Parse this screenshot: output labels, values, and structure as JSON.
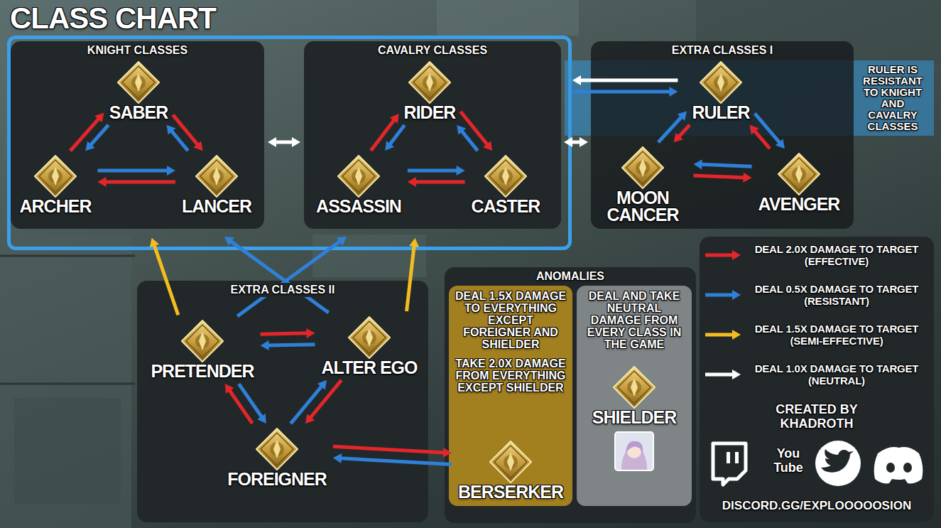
{
  "diagram": {
    "title": "CLASS CHART",
    "nodes": [
      {
        "text": [
          "KNIGHT CLASSES"
        ]
      },
      {
        "text": [
          "SABER"
        ],
        "in": 0
      },
      {
        "text": [
          "ARCHER"
        ],
        "in": 0
      },
      {
        "text": [
          "LANCER"
        ],
        "in": 0
      },
      {
        "text": [
          "CAVALRY CLASSES"
        ]
      },
      {
        "text": [
          "RIDER"
        ],
        "in": 4
      },
      {
        "text": [
          "ASSASSIN"
        ],
        "in": 4
      },
      {
        "text": [
          "CASTER"
        ],
        "in": 4
      },
      {
        "text": [
          "RULER IS RESISTANT TO KNIGHT AND CAVALRY CLASSES"
        ]
      },
      {
        "text": [
          "EXTRA CLASSES I"
        ]
      },
      {
        "text": [
          "RULER"
        ],
        "in": 9
      },
      {
        "text": [
          "MOON CANCER"
        ],
        "in": 9
      },
      {
        "text": [
          "AVENGER"
        ],
        "in": 9
      },
      {
        "text": [
          "EXTRA CLASSES II"
        ]
      },
      {
        "text": [
          "PRETENDER"
        ],
        "in": 13
      },
      {
        "text": [
          "ALTER EGO"
        ],
        "in": 13
      },
      {
        "text": [
          "FOREIGNER"
        ],
        "in": 13
      },
      {
        "text": [
          "ANOMALIES"
        ]
      },
      {
        "text": [
          "DEAL 1.5X DAMAGE TO EVERYTHING EXCEPT FOREIGNER AND SHIELDER",
          "TAKE 2.0X DAMAGE FROM EVERYTHING EXCEPT SHIELDER"
        ],
        "in": 17
      },
      {
        "text": [
          "BERSERKER"
        ],
        "in": 18
      },
      {
        "text": [
          "DEAL AND TAKE NEUTRAL DAMAGE FROM EVERY CLASS IN THE GAME"
        ],
        "in": 17
      },
      {
        "text": [
          "SHIELDER"
        ],
        "in": 20
      }
    ],
    "edges": [
      {
        "from": 1,
        "to": 3,
        "arrow": "to"
      },
      {
        "from": 3,
        "to": 1,
        "arrow": "to"
      },
      {
        "from": 2,
        "to": 1,
        "arrow": "to"
      },
      {
        "from": 1,
        "to": 2,
        "arrow": "to"
      },
      {
        "from": 3,
        "to": 2,
        "arrow": "to"
      },
      {
        "from": 2,
        "to": 3,
        "arrow": "to"
      },
      {
        "from": 0,
        "to": 4,
        "arrow": "both"
      },
      {
        "from": 6,
        "to": 5,
        "arrow": "to"
      },
      {
        "from": 5,
        "to": 6,
        "arrow": "to"
      },
      {
        "from": 5,
        "to": 7,
        "arrow": "to"
      },
      {
        "from": 7,
        "to": 5,
        "arrow": "to"
      },
      {
        "from": 7,
        "to": 6,
        "arrow": "to"
      },
      {
        "from": 6,
        "to": 7,
        "arrow": "to"
      },
      {
        "from": 4,
        "to": 9,
        "arrow": "both"
      },
      {
        "from": 10,
        "to": 4,
        "arrow": "to"
      },
      {
        "from": 4,
        "to": 10,
        "arrow": "to"
      },
      {
        "from": 10,
        "to": 11,
        "arrow": "to"
      },
      {
        "from": 11,
        "to": 10,
        "arrow": "to"
      },
      {
        "from": 12,
        "to": 10,
        "arrow": "to"
      },
      {
        "from": 10,
        "to": 12,
        "arrow": "to"
      },
      {
        "from": 11,
        "to": 12,
        "arrow": "to"
      },
      {
        "from": 12,
        "to": 11,
        "arrow": "to"
      },
      {
        "from": 14,
        "to": 15,
        "arrow": "to"
      },
      {
        "from": 15,
        "to": 14,
        "arrow": "to"
      },
      {
        "from": 16,
        "to": 14,
        "arrow": "to"
      },
      {
        "from": 14,
        "to": 16,
        "arrow": "to"
      },
      {
        "from": 15,
        "to": 16,
        "arrow": "to"
      },
      {
        "from": 16,
        "to": 15,
        "arrow": "to"
      },
      {
        "from": 16,
        "to": 19,
        "arrow": "to"
      },
      {
        "from": 19,
        "to": 16,
        "arrow": "to"
      },
      {
        "from": 14,
        "to": 0,
        "arrow": "to"
      },
      {
        "from": 14,
        "to": 4,
        "arrow": "to"
      },
      {
        "from": 15,
        "to": 4,
        "arrow": "to"
      },
      {
        "from": 15,
        "to": 0,
        "arrow": "to"
      }
    ],
    "labels": [
      "CREATED BY KHADROTH",
      "You Tube",
      "DISCORD.GG/EXPLOOOOOSION"
    ],
    "legend": [
      {
        "text": "DEAL 2.0X DAMAGE TO TARGET (EFFECTIVE)"
      },
      {
        "text": "DEAL 0.5X DAMAGE TO TARGET (RESISTANT)"
      },
      {
        "text": "DEAL 1.5X DAMAGE TO TARGET (SEMI-EFFECTIVE)"
      },
      {
        "text": "DEAL 1.0X DAMAGE TO TARGET (NEUTRAL)"
      }
    ]
  }
}
